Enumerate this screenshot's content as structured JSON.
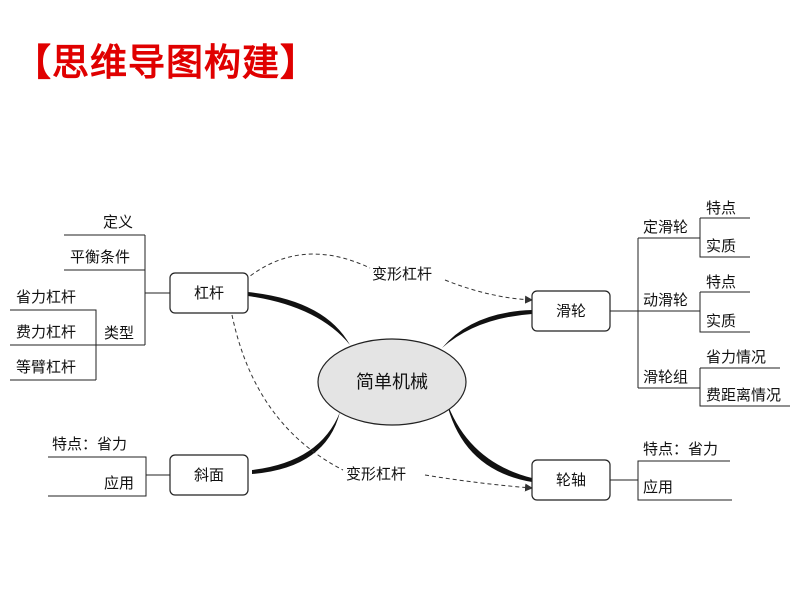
{
  "title": "【思维导图构建】",
  "center": "简单机械",
  "lever": {
    "label": "杠杆",
    "definition": "定义",
    "balance_condition": "平衡条件",
    "types_label": "类型",
    "types": [
      "省力杠杆",
      "费力杠杆",
      "等臂杠杆"
    ]
  },
  "pulley": {
    "label": "滑轮",
    "fixed": {
      "label": "定滑轮",
      "items": [
        "特点",
        "实质"
      ]
    },
    "movable": {
      "label": "动滑轮",
      "items": [
        "特点",
        "实质"
      ]
    },
    "block": {
      "label": "滑轮组",
      "items": [
        "省力情况",
        "费距离情况"
      ]
    }
  },
  "incline": {
    "label": "斜面",
    "items": [
      "特点：省力",
      "应用"
    ]
  },
  "wheel_axle": {
    "label": "轮轴",
    "items": [
      "特点：省力",
      "应用"
    ]
  },
  "links": {
    "top": "变形杠杆",
    "bottom": "变形杠杆"
  }
}
